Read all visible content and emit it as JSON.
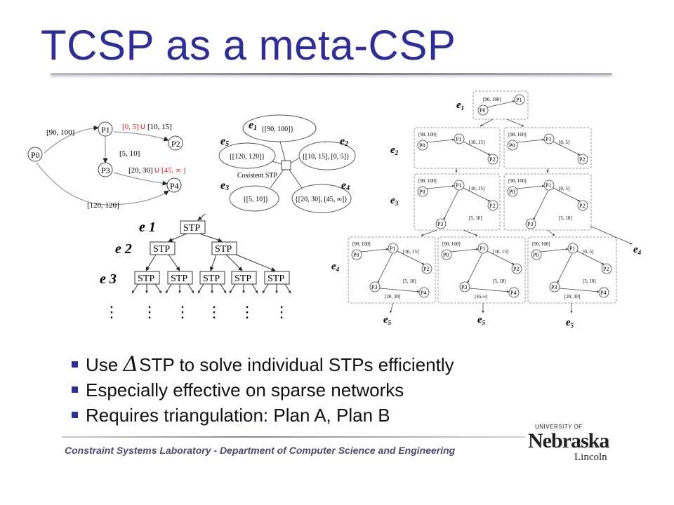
{
  "title": "TCSP as a meta-CSP",
  "bullets": [
    {
      "prefix": "Use ",
      "symbol": "Δ",
      "text": "STP to solve individual STPs efficiently"
    },
    {
      "text": "Especially effective on sparse networks"
    },
    {
      "text": "Requires triangulation: Plan A, Plan B"
    }
  ],
  "footer": "Constraint Systems Laboratory - Department of Computer Science and Engineering",
  "logo": {
    "top": "UNIVERSITY OF",
    "main": "Nebraska",
    "sub": "Lincoln"
  },
  "figure1": {
    "nodes": {
      "p0": "P0",
      "p1": "P1",
      "p2": "P2",
      "p3": "P3",
      "p4": "P4"
    },
    "edge_p0_p1": "[90, 100]",
    "edge_p1_p2_red": "[0, 5]",
    "edge_p1_p2_union": "∪",
    "edge_p1_p2_black": "[10, 15]",
    "edge_p1_p3": "[5, 10]",
    "edge_p3_p4_black": "[20, 30]",
    "edge_p3_p4_union": "∪",
    "edge_p3_p4_red": "[45, ∞ ]",
    "edge_p0_p4": "[120, 120]"
  },
  "figure2": {
    "center_label": "Cosistent STP",
    "vars": [
      "e1",
      "e2",
      "e3",
      "e4",
      "e5"
    ],
    "domains": {
      "e1": "{[90, 100]}",
      "e2": "{[10, 15], [0, 5]}",
      "e3": "{[5, 10]}",
      "e4": "{[20, 30], [45, ∞]}",
      "e5": "{[120, 120]}"
    }
  },
  "figure3": {
    "levels": [
      "e 1",
      "e 2",
      "e 3"
    ],
    "node_label": "STP",
    "continuation": "⋮"
  },
  "figure4": {
    "level_labels": [
      "e1",
      "e2",
      "e3",
      "e4",
      "e5"
    ],
    "stp_nodes": [
      "P0",
      "P1",
      "P2",
      "P3",
      "P4"
    ],
    "intervals": {
      "p0p1": "[90, 100]",
      "p1p2_a": "[10, 15]",
      "p1p2_b": "[0, 5]",
      "p1p3": "[5, 10]",
      "p3p4_a": "[20, 30]",
      "p3p4_b": "[45,∞]"
    }
  }
}
